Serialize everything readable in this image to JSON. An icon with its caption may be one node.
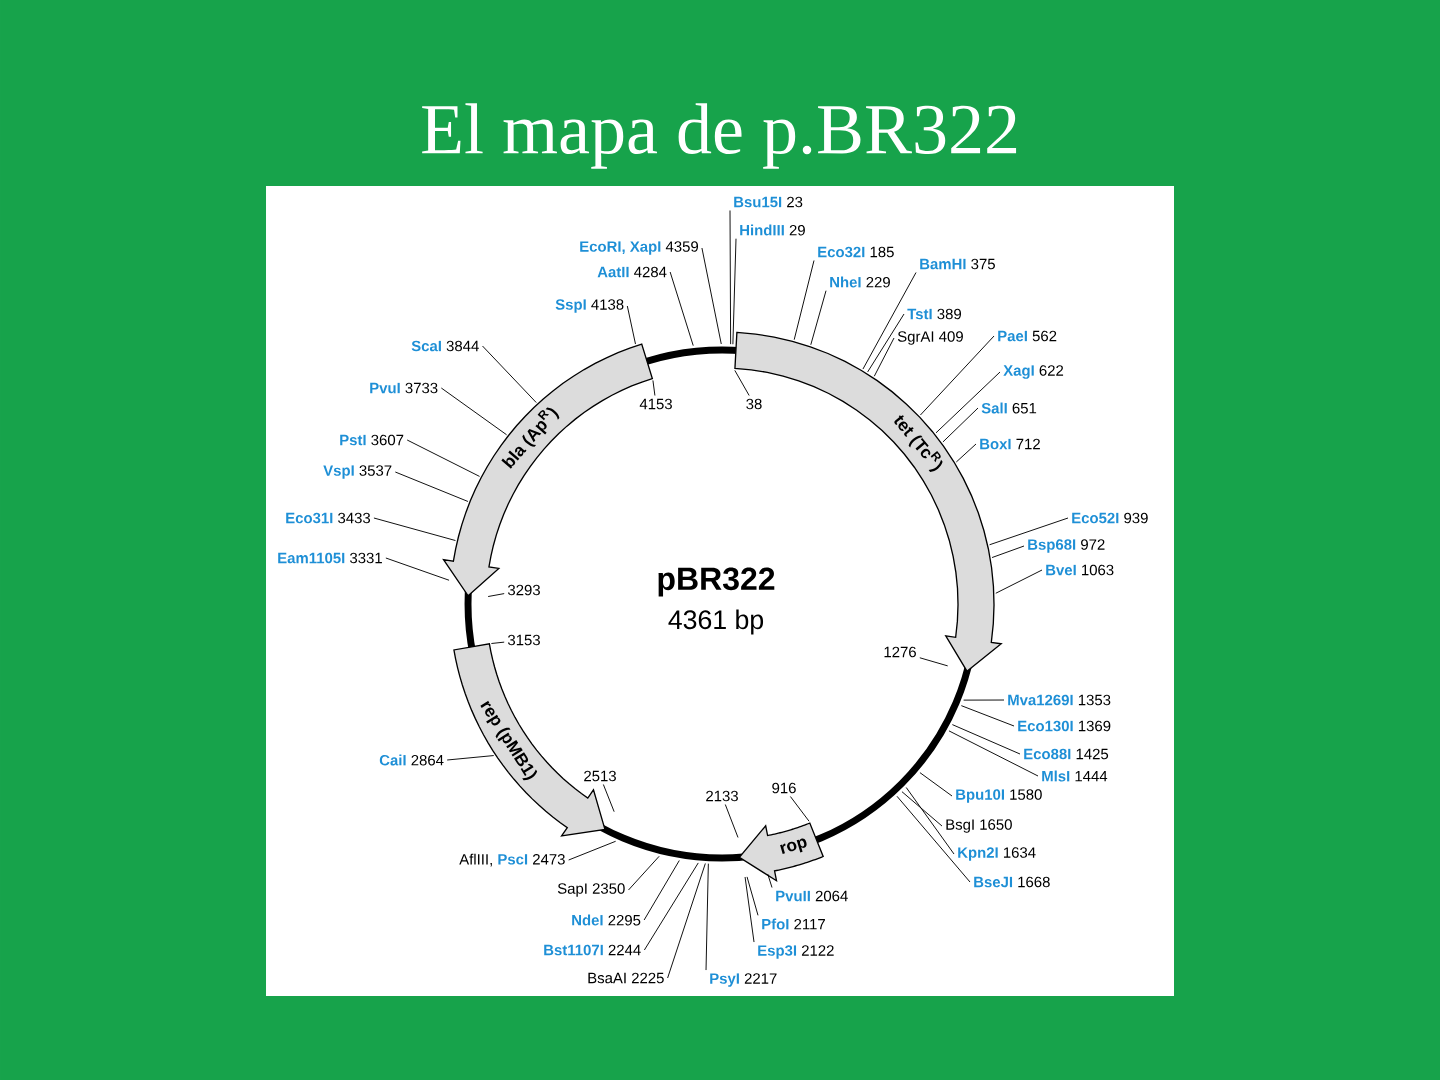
{
  "diagram": {
    "title": "El mapa de p.BR322",
    "nodes": [
      {
        "text": [
          "Bsu15I",
          "23"
        ]
      },
      {
        "text": [
          "HindIII",
          "29"
        ]
      },
      {
        "text": [
          "EcoRI, XapI",
          "4359"
        ]
      },
      {
        "text": [
          "Eco32I",
          "185"
        ]
      },
      {
        "text": [
          "BamHI",
          "375"
        ]
      },
      {
        "text": [
          "AatII",
          "4284"
        ]
      },
      {
        "text": [
          "NheI",
          "229"
        ]
      },
      {
        "text": [
          "SspI",
          "4138"
        ]
      },
      {
        "text": [
          "TstI",
          "389"
        ]
      },
      {
        "text": [
          "SgrAI",
          "409"
        ]
      },
      {
        "text": [
          "PaeI",
          "562"
        ]
      },
      {
        "text": [
          "ScaI",
          "3844"
        ]
      },
      {
        "text": [
          "XagI",
          "622"
        ]
      },
      {
        "text": [
          "PvuI",
          "3733"
        ]
      },
      {
        "text": [
          "SalI",
          "651"
        ]
      },
      {
        "text": [
          "PstI",
          "3607"
        ]
      },
      {
        "text": [
          "BoxI",
          "712"
        ]
      },
      {
        "text": [
          "VspI",
          "3537"
        ]
      },
      {
        "text": [
          "Eco31I",
          "3433"
        ]
      },
      {
        "text": [
          "Eco52I",
          "939"
        ]
      },
      {
        "text": [
          "Bsp68I",
          "972"
        ]
      },
      {
        "text": [
          "Eam1105I",
          "3331"
        ]
      },
      {
        "text": [
          "BveI",
          "1063"
        ]
      },
      {
        "text": [
          "Mva1269I",
          "1353"
        ]
      },
      {
        "text": [
          "Eco130I",
          "1369"
        ]
      },
      {
        "text": [
          "Eco88I",
          "1425"
        ]
      },
      {
        "text": [
          "CaiI",
          "2864"
        ]
      },
      {
        "text": [
          "MlsI",
          "1444"
        ]
      },
      {
        "text": [
          "Bpu10I",
          "1580"
        ]
      },
      {
        "text": [
          "BsgI",
          "1650"
        ]
      },
      {
        "text": [
          "Kpn2I",
          "1634"
        ]
      },
      {
        "text": [
          "AflIII,",
          "PscI",
          "2473"
        ]
      },
      {
        "text": [
          "BseJI",
          "1668"
        ]
      },
      {
        "text": [
          "SapI",
          "2350"
        ]
      },
      {
        "text": [
          "PvuII",
          "2064"
        ]
      },
      {
        "text": [
          "NdeI",
          "2295"
        ]
      },
      {
        "text": [
          "PfoI",
          "2117"
        ]
      },
      {
        "text": [
          "Bst1107I",
          "2244"
        ]
      },
      {
        "text": [
          "Esp3I",
          "2122"
        ]
      },
      {
        "text": [
          "BsaAI",
          "2225"
        ]
      },
      {
        "text": [
          "PsyI",
          "2217"
        ]
      },
      {
        "text": [
          "4153"
        ]
      },
      {
        "text": [
          "38"
        ]
      },
      {
        "text": [
          "3293"
        ]
      },
      {
        "text": [
          "3153"
        ]
      },
      {
        "text": [
          "1276"
        ]
      },
      {
        "text": [
          "2513"
        ]
      },
      {
        "text": [
          "2133"
        ]
      },
      {
        "text": [
          "916"
        ]
      },
      {
        "text": [
          "bla (Ap$^{R}$)"
        ]
      },
      {
        "text": [
          "tet (Tc$^{R}$)"
        ]
      },
      {
        "text": [
          "rep (pMB1)"
        ]
      },
      {
        "text": [
          "rop"
        ]
      }
    ],
    "edges": [
      {
        "from": 0,
        "to": 50,
        "arrow": "none"
      },
      {
        "from": 1,
        "to": 50,
        "arrow": "none"
      },
      {
        "from": 2,
        "to": 50,
        "arrow": "none"
      },
      {
        "from": 3,
        "to": 50,
        "arrow": "none"
      },
      {
        "from": 4,
        "to": 50,
        "arrow": "none"
      },
      {
        "from": 5,
        "to": null,
        "arrow": "none"
      },
      {
        "from": 6,
        "to": 50,
        "arrow": "none"
      },
      {
        "from": 7,
        "to": 49,
        "arrow": "none"
      },
      {
        "from": 8,
        "to": 50,
        "arrow": "none"
      },
      {
        "from": 9,
        "to": 50,
        "arrow": "none"
      },
      {
        "from": 10,
        "to": 50,
        "arrow": "none"
      },
      {
        "from": 11,
        "to": 49,
        "arrow": "none"
      },
      {
        "from": 12,
        "to": 50,
        "arrow": "none"
      },
      {
        "from": 13,
        "to": 49,
        "arrow": "none"
      },
      {
        "from": 14,
        "to": 50,
        "arrow": "none"
      },
      {
        "from": 15,
        "to": 49,
        "arrow": "none"
      },
      {
        "from": 16,
        "to": 50,
        "arrow": "none"
      },
      {
        "from": 17,
        "to": 49,
        "arrow": "none"
      },
      {
        "from": 18,
        "to": 49,
        "arrow": "none"
      },
      {
        "from": 19,
        "to": 50,
        "arrow": "none"
      },
      {
        "from": 20,
        "to": 50,
        "arrow": "none"
      },
      {
        "from": 21,
        "to": 49,
        "arrow": "none"
      },
      {
        "from": 22,
        "to": 50,
        "arrow": "none"
      },
      {
        "from": 23,
        "to": null,
        "arrow": "none"
      },
      {
        "from": 24,
        "to": null,
        "arrow": "none"
      },
      {
        "from": 25,
        "to": null,
        "arrow": "none"
      },
      {
        "from": 26,
        "to": 51,
        "arrow": "none"
      },
      {
        "from": 27,
        "to": null,
        "arrow": "none"
      },
      {
        "from": 28,
        "to": null,
        "arrow": "none"
      },
      {
        "from": 29,
        "to": null,
        "arrow": "none"
      },
      {
        "from": 30,
        "to": null,
        "arrow": "none"
      },
      {
        "from": 31,
        "to": 51,
        "arrow": "none"
      },
      {
        "from": 32,
        "to": null,
        "arrow": "none"
      },
      {
        "from": 33,
        "to": null,
        "arrow": "none"
      },
      {
        "from": 34,
        "to": 52,
        "arrow": "none"
      },
      {
        "from": 35,
        "to": null,
        "arrow": "none"
      },
      {
        "from": 36,
        "to": 52,
        "arrow": "none"
      },
      {
        "from": 37,
        "to": null,
        "arrow": "none"
      },
      {
        "from": 38,
        "to": 52,
        "arrow": "none"
      },
      {
        "from": 39,
        "to": null,
        "arrow": "none"
      },
      {
        "from": 40,
        "to": null,
        "arrow": "none"
      },
      {
        "from": 41,
        "to": 49,
        "arrow": "none"
      },
      {
        "from": 42,
        "to": 50,
        "arrow": "none"
      },
      {
        "from": 43,
        "to": 49,
        "arrow": "none"
      },
      {
        "from": 44,
        "to": 51,
        "arrow": "none"
      },
      {
        "from": 45,
        "to": 50,
        "arrow": "none"
      },
      {
        "from": 46,
        "to": 51,
        "arrow": "none"
      },
      {
        "from": 47,
        "to": 52,
        "arrow": "none"
      },
      {
        "from": 48,
        "to": 52,
        "arrow": "none"
      }
    ],
    "labels": [
      "pBR322",
      "4361 bp"
    ]
  }
}
